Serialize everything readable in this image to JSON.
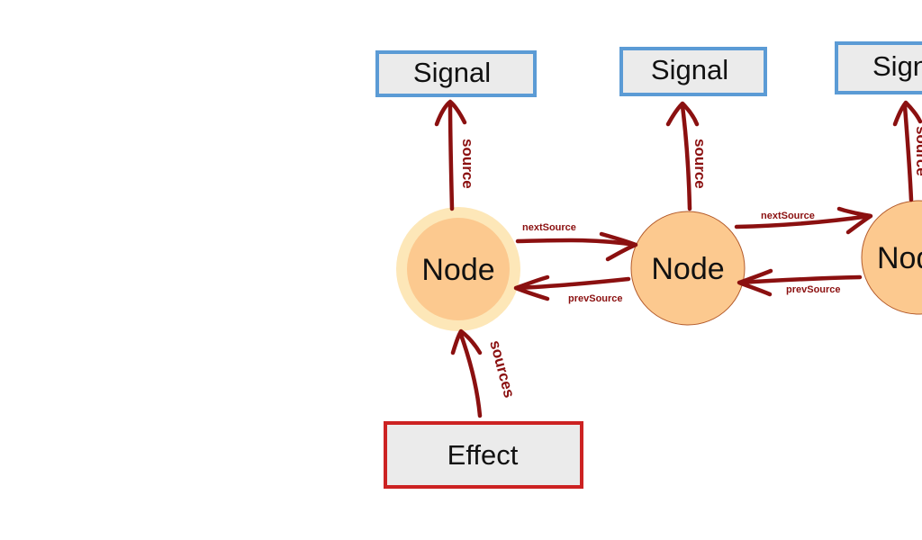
{
  "diagram": {
    "signals": [
      "Signal",
      "Signal",
      "Signal"
    ],
    "nodes": [
      "Node",
      "Node",
      "Node"
    ],
    "effect": "Effect",
    "edges": {
      "source": "source",
      "sources": "sources",
      "next_source": "nextSource",
      "prev_source": "prevSource"
    }
  },
  "colors": {
    "signal_border": "#5b9bd5",
    "effect_border": "#cc2222",
    "box_fill": "#ebebeb",
    "node_fill": "#fcc98f",
    "node_halo": "#fde7b8",
    "edge": "#8b1010"
  }
}
